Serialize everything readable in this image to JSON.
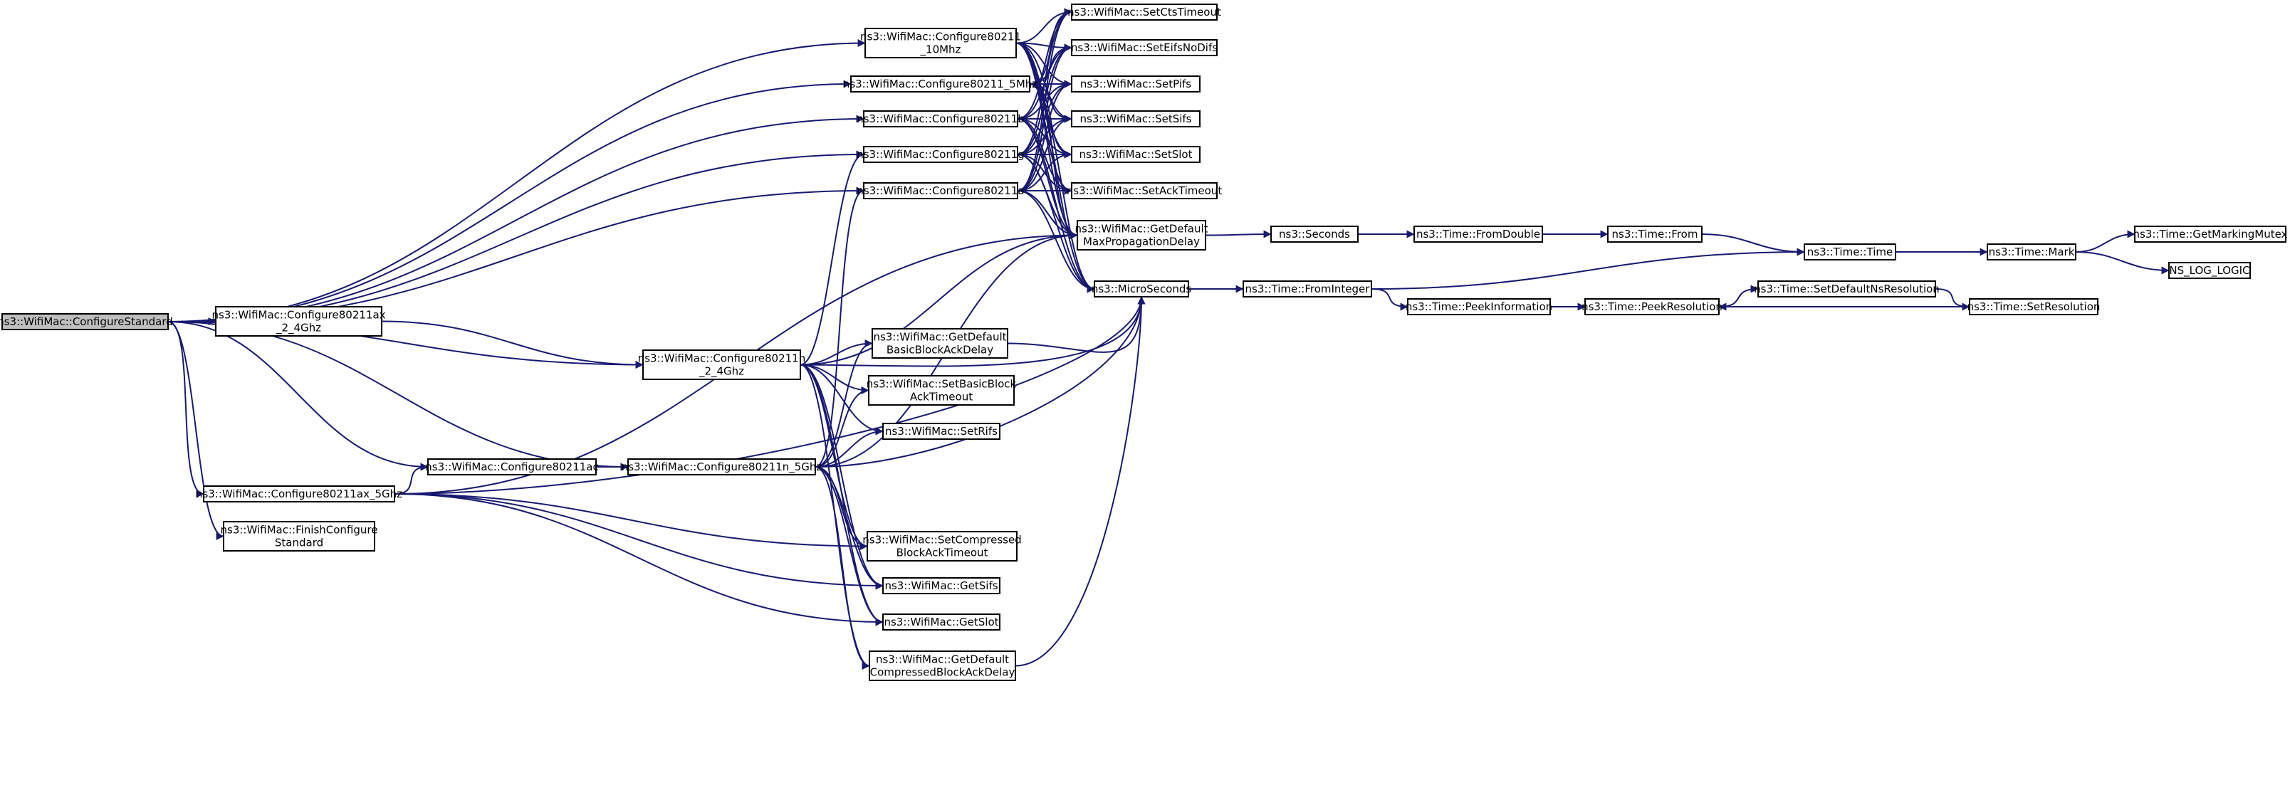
{
  "graph": {
    "nodes": [
      {
        "id": "configure_standard",
        "lines": [
          "ns3::WifiMac::ConfigureStandard"
        ],
        "root": true
      },
      {
        "id": "cfg_ax_2_4",
        "lines": [
          "ns3::WifiMac::Configure80211ax",
          "_2_4Ghz"
        ]
      },
      {
        "id": "cfg_ax_5",
        "lines": [
          "ns3::WifiMac::Configure80211ax_5Ghz"
        ]
      },
      {
        "id": "finish_cfg",
        "lines": [
          "ns3::WifiMac::FinishConfigure",
          "Standard"
        ]
      },
      {
        "id": "cfg_10mhz",
        "lines": [
          "ns3::WifiMac::Configure80211",
          "_10Mhz"
        ]
      },
      {
        "id": "cfg_5mhz",
        "lines": [
          "ns3::WifiMac::Configure80211_5Mhz"
        ]
      },
      {
        "id": "cfg_b",
        "lines": [
          "ns3::WifiMac::Configure80211b"
        ]
      },
      {
        "id": "cfg_g",
        "lines": [
          "ns3::WifiMac::Configure80211g"
        ]
      },
      {
        "id": "cfg_a",
        "lines": [
          "ns3::WifiMac::Configure80211a"
        ]
      },
      {
        "id": "cfg_n_2_4",
        "lines": [
          "ns3::WifiMac::Configure80211n",
          "_2_4Ghz"
        ]
      },
      {
        "id": "cfg_ac",
        "lines": [
          "ns3::WifiMac::Configure80211ac"
        ]
      },
      {
        "id": "cfg_n_5",
        "lines": [
          "ns3::WifiMac::Configure80211n_5Ghz"
        ]
      },
      {
        "id": "set_cts",
        "lines": [
          "ns3::WifiMac::SetCtsTimeout"
        ]
      },
      {
        "id": "set_eifs",
        "lines": [
          "ns3::WifiMac::SetEifsNoDifs"
        ]
      },
      {
        "id": "set_pifs",
        "lines": [
          "ns3::WifiMac::SetPifs"
        ]
      },
      {
        "id": "set_sifs",
        "lines": [
          "ns3::WifiMac::SetSifs"
        ]
      },
      {
        "id": "set_slot",
        "lines": [
          "ns3::WifiMac::SetSlot"
        ]
      },
      {
        "id": "set_ack",
        "lines": [
          "ns3::WifiMac::SetAckTimeout"
        ]
      },
      {
        "id": "get_def_maxprop",
        "lines": [
          "ns3::WifiMac::GetDefault",
          "MaxPropagationDelay"
        ]
      },
      {
        "id": "micro",
        "lines": [
          "ns3::MicroSeconds"
        ]
      },
      {
        "id": "get_def_basic",
        "lines": [
          "ns3::WifiMac::GetDefault",
          "BasicBlockAckDelay"
        ]
      },
      {
        "id": "set_basic",
        "lines": [
          "ns3::WifiMac::SetBasicBlock",
          "AckTimeout"
        ]
      },
      {
        "id": "set_rifs",
        "lines": [
          "ns3::WifiMac::SetRifs"
        ]
      },
      {
        "id": "set_compressed",
        "lines": [
          "ns3::WifiMac::SetCompressed",
          "BlockAckTimeout"
        ]
      },
      {
        "id": "get_sifs",
        "lines": [
          "ns3::WifiMac::GetSifs"
        ]
      },
      {
        "id": "get_slot",
        "lines": [
          "ns3::WifiMac::GetSlot"
        ]
      },
      {
        "id": "get_def_compressed",
        "lines": [
          "ns3::WifiMac::GetDefault",
          "CompressedBlockAckDelay"
        ]
      },
      {
        "id": "seconds",
        "lines": [
          "ns3::Seconds"
        ]
      },
      {
        "id": "from_double",
        "lines": [
          "ns3::Time::FromDouble"
        ]
      },
      {
        "id": "from",
        "lines": [
          "ns3::Time::From"
        ]
      },
      {
        "id": "time",
        "lines": [
          "ns3::Time::Time"
        ]
      },
      {
        "id": "mark",
        "lines": [
          "ns3::Time::Mark"
        ]
      },
      {
        "id": "get_marking",
        "lines": [
          "ns3::Time::GetMarkingMutex"
        ]
      },
      {
        "id": "ns_log",
        "lines": [
          "NS_LOG_LOGIC"
        ]
      },
      {
        "id": "from_integer",
        "lines": [
          "ns3::Time::FromInteger"
        ]
      },
      {
        "id": "peek_info",
        "lines": [
          "ns3::Time::PeekInformation"
        ]
      },
      {
        "id": "peek_res",
        "lines": [
          "ns3::Time::PeekResolution"
        ]
      },
      {
        "id": "set_default_ns",
        "lines": [
          "ns3::Time::SetDefaultNsResolution"
        ]
      },
      {
        "id": "set_res",
        "lines": [
          "ns3::Time::SetResolution"
        ]
      }
    ],
    "edges": [
      [
        "configure_standard",
        "cfg_10mhz"
      ],
      [
        "configure_standard",
        "cfg_5mhz"
      ],
      [
        "configure_standard",
        "cfg_b"
      ],
      [
        "configure_standard",
        "cfg_g"
      ],
      [
        "configure_standard",
        "cfg_a"
      ],
      [
        "configure_standard",
        "cfg_ax_2_4"
      ],
      [
        "configure_standard",
        "cfg_n_2_4"
      ],
      [
        "configure_standard",
        "cfg_n_5"
      ],
      [
        "configure_standard",
        "cfg_ac"
      ],
      [
        "configure_standard",
        "cfg_ax_5"
      ],
      [
        "configure_standard",
        "finish_cfg"
      ],
      [
        "cfg_ax_2_4",
        "cfg_n_2_4"
      ],
      [
        "cfg_ax_5",
        "cfg_ac"
      ],
      [
        "cfg_ax_5",
        "get_def_maxprop"
      ],
      [
        "cfg_ax_5",
        "set_compressed"
      ],
      [
        "cfg_ax_5",
        "get_sifs"
      ],
      [
        "cfg_ax_5",
        "get_slot"
      ],
      [
        "cfg_ax_5",
        "micro"
      ],
      [
        "cfg_ac",
        "cfg_n_5"
      ],
      [
        "cfg_n_2_4",
        "cfg_g"
      ],
      [
        "cfg_n_2_4",
        "get_def_maxprop"
      ],
      [
        "cfg_n_2_4",
        "micro"
      ],
      [
        "cfg_n_2_4",
        "get_def_basic"
      ],
      [
        "cfg_n_2_4",
        "set_basic"
      ],
      [
        "cfg_n_2_4",
        "set_rifs"
      ],
      [
        "cfg_n_2_4",
        "set_compressed"
      ],
      [
        "cfg_n_2_4",
        "get_sifs"
      ],
      [
        "cfg_n_2_4",
        "get_slot"
      ],
      [
        "cfg_n_2_4",
        "get_def_compressed"
      ],
      [
        "cfg_n_5",
        "cfg_a"
      ],
      [
        "cfg_n_5",
        "get_def_maxprop"
      ],
      [
        "cfg_n_5",
        "micro"
      ],
      [
        "cfg_n_5",
        "get_def_basic"
      ],
      [
        "cfg_n_5",
        "set_basic"
      ],
      [
        "cfg_n_5",
        "set_rifs"
      ],
      [
        "cfg_n_5",
        "set_compressed"
      ],
      [
        "cfg_n_5",
        "get_sifs"
      ],
      [
        "cfg_n_5",
        "get_slot"
      ],
      [
        "cfg_n_5",
        "get_def_compressed"
      ],
      [
        "cfg_10mhz",
        "set_cts"
      ],
      [
        "cfg_10mhz",
        "set_eifs"
      ],
      [
        "cfg_10mhz",
        "set_pifs"
      ],
      [
        "cfg_10mhz",
        "set_sifs"
      ],
      [
        "cfg_10mhz",
        "set_slot"
      ],
      [
        "cfg_10mhz",
        "set_ack"
      ],
      [
        "cfg_10mhz",
        "get_def_maxprop"
      ],
      [
        "cfg_10mhz",
        "micro"
      ],
      [
        "cfg_5mhz",
        "set_cts"
      ],
      [
        "cfg_5mhz",
        "set_eifs"
      ],
      [
        "cfg_5mhz",
        "set_pifs"
      ],
      [
        "cfg_5mhz",
        "set_sifs"
      ],
      [
        "cfg_5mhz",
        "set_slot"
      ],
      [
        "cfg_5mhz",
        "set_ack"
      ],
      [
        "cfg_5mhz",
        "get_def_maxprop"
      ],
      [
        "cfg_5mhz",
        "micro"
      ],
      [
        "cfg_b",
        "set_cts"
      ],
      [
        "cfg_b",
        "set_eifs"
      ],
      [
        "cfg_b",
        "set_pifs"
      ],
      [
        "cfg_b",
        "set_sifs"
      ],
      [
        "cfg_b",
        "set_slot"
      ],
      [
        "cfg_b",
        "set_ack"
      ],
      [
        "cfg_b",
        "get_def_maxprop"
      ],
      [
        "cfg_b",
        "micro"
      ],
      [
        "cfg_g",
        "set_cts"
      ],
      [
        "cfg_g",
        "set_eifs"
      ],
      [
        "cfg_g",
        "set_pifs"
      ],
      [
        "cfg_g",
        "set_sifs"
      ],
      [
        "cfg_g",
        "set_slot"
      ],
      [
        "cfg_g",
        "set_ack"
      ],
      [
        "cfg_g",
        "get_def_maxprop"
      ],
      [
        "cfg_g",
        "micro"
      ],
      [
        "cfg_a",
        "set_cts"
      ],
      [
        "cfg_a",
        "set_eifs"
      ],
      [
        "cfg_a",
        "set_pifs"
      ],
      [
        "cfg_a",
        "set_sifs"
      ],
      [
        "cfg_a",
        "set_slot"
      ],
      [
        "cfg_a",
        "set_ack"
      ],
      [
        "cfg_a",
        "get_def_maxprop"
      ],
      [
        "cfg_a",
        "micro"
      ],
      [
        "get_def_basic",
        "micro"
      ],
      [
        "get_def_compressed",
        "micro"
      ],
      [
        "get_def_maxprop",
        "seconds"
      ],
      [
        "seconds",
        "from_double"
      ],
      [
        "from_double",
        "from"
      ],
      [
        "from",
        "time"
      ],
      [
        "time",
        "mark"
      ],
      [
        "mark",
        "get_marking"
      ],
      [
        "mark",
        "ns_log"
      ],
      [
        "micro",
        "from_integer"
      ],
      [
        "from_integer",
        "time"
      ],
      [
        "from_integer",
        "peek_info"
      ],
      [
        "peek_info",
        "peek_res"
      ],
      [
        "peek_res",
        "set_default_ns"
      ],
      [
        "set_default_ns",
        "set_res"
      ],
      [
        "set_res",
        "peek_res"
      ]
    ]
  }
}
